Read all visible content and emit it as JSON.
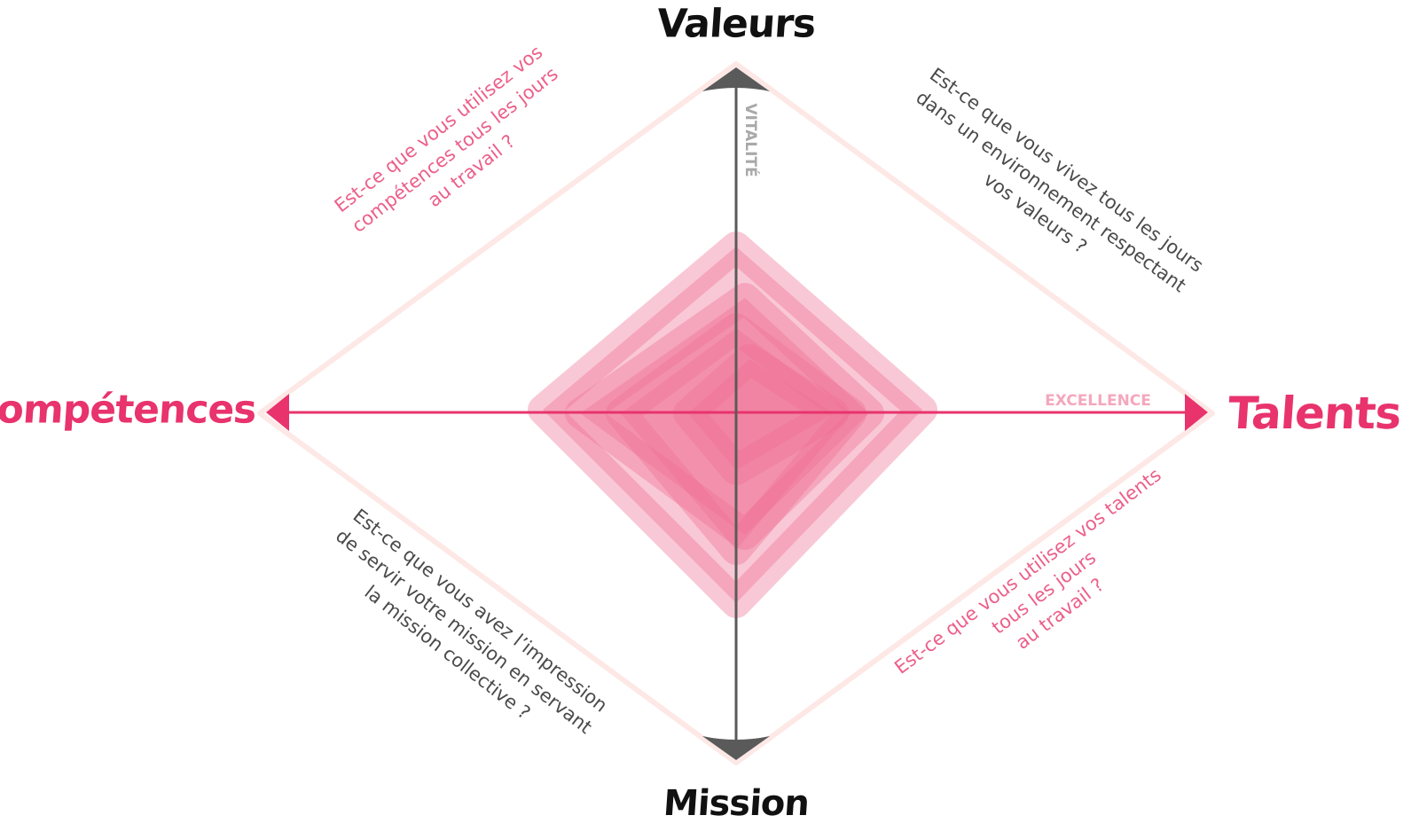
{
  "poles": {
    "top": "Valeurs",
    "bottom": "Mission",
    "left": "Compétences",
    "right": "Talents"
  },
  "axes": {
    "vertical_label": "VITALITÉ",
    "horizontal_label": "EXCELLENCE"
  },
  "questions": {
    "top_left": [
      "Est-ce que vous utilisez vos",
      "compétences tous les jours",
      "au travail ?"
    ],
    "top_right": [
      "Est-ce que vous vivez tous les jours",
      "dans un environnement respectant",
      "vos valeurs ?"
    ],
    "bottom_left": [
      "Est-ce que vous avez l’impression",
      "de servir votre mission en servant",
      "la mission collective ?"
    ],
    "bottom_right": [
      "Est-ce que vous utilisez vos talents",
      "tous les jours",
      "au travail ?"
    ]
  },
  "colors": {
    "accent": "#e8336d",
    "shape_fill": "#ee6e92",
    "axis_gray": "#5a5a5a",
    "frame": "#fde8e6",
    "text_gray": "#4a4a4a",
    "question_pink": "#ec5f8a",
    "excellence_pink": "#f4a7bd",
    "vitalite_gray": "#a9a9a9"
  },
  "icons": {
    "arrow_up": "arrow-up-icon",
    "arrow_down": "arrow-down-icon",
    "arrow_left": "arrow-left-icon",
    "arrow_right": "arrow-right-icon"
  }
}
